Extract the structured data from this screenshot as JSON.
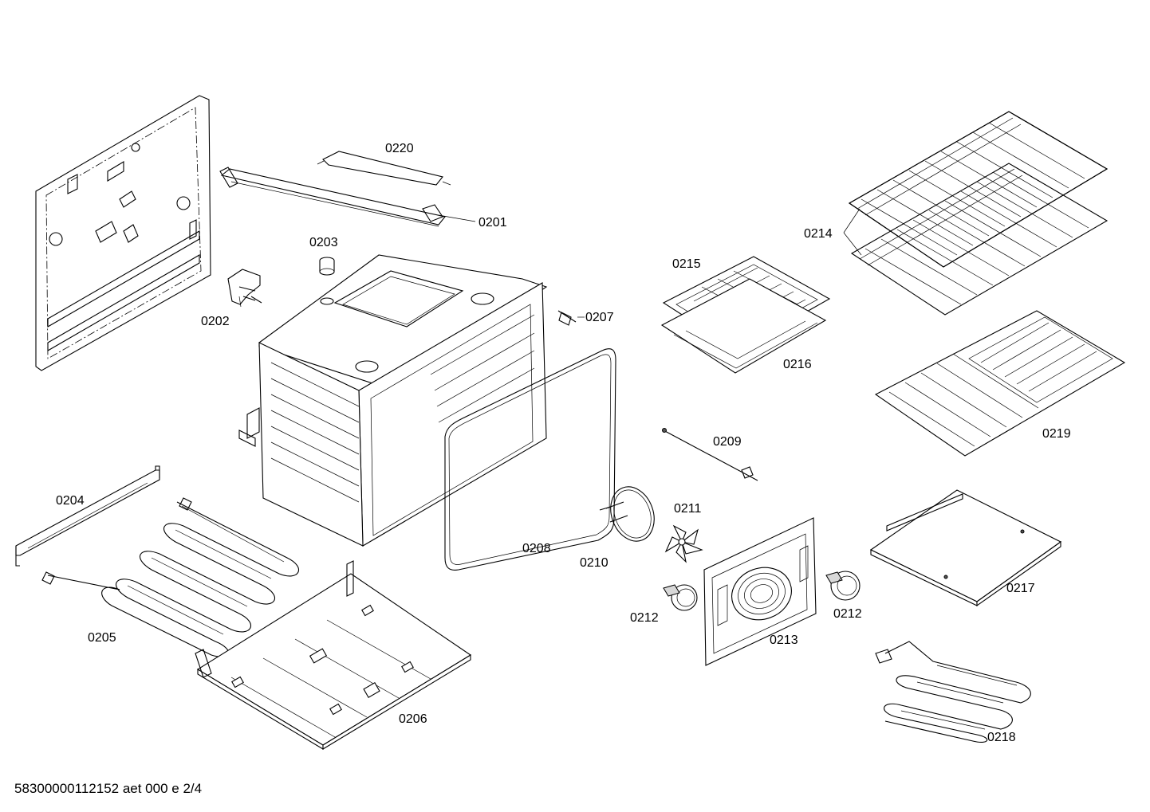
{
  "labels": {
    "p0201": "0201",
    "p0202": "0202",
    "p0203": "0203",
    "p0204": "0204",
    "p0205": "0205",
    "p0206": "0206",
    "p0207": "0207",
    "p0208": "0208",
    "p0209": "0209",
    "p0210": "0210",
    "p0211": "0211",
    "p0212a": "0212",
    "p0212b": "0212",
    "p0213": "0213",
    "p0214": "0214",
    "p0215": "0215",
    "p0216": "0216",
    "p0217": "0217",
    "p0218": "0218",
    "p0219": "0219",
    "p0220": "0220"
  },
  "footer": "58300000112152 aet 000 e 2/4"
}
